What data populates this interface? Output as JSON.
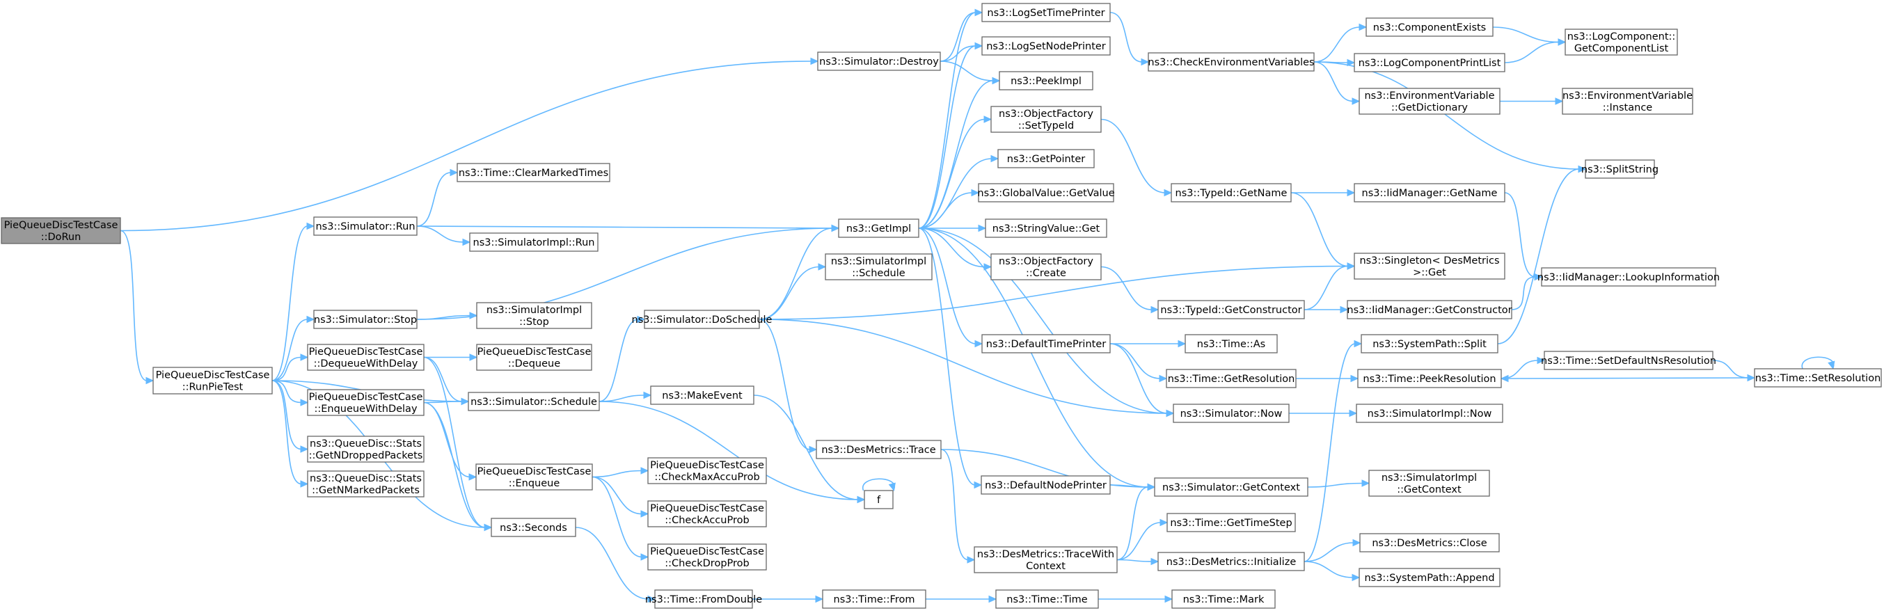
{
  "diagram": {
    "nodes": [
      {
        "id": "dorun",
        "lines": [
          "PieQueueDiscTestCase",
          "::DoRun"
        ],
        "root": true
      },
      {
        "id": "runpietest",
        "lines": [
          "PieQueueDiscTestCase",
          "::RunPieTest"
        ]
      },
      {
        "id": "sim_destroy",
        "lines": [
          "ns3::Simulator::Destroy"
        ]
      },
      {
        "id": "time_clearmarked",
        "lines": [
          "ns3::Time::ClearMarkedTimes"
        ]
      },
      {
        "id": "sim_run",
        "lines": [
          "ns3::Simulator::Run"
        ]
      },
      {
        "id": "simimpl_run",
        "lines": [
          "ns3::SimulatorImpl::Run"
        ]
      },
      {
        "id": "sim_stop",
        "lines": [
          "ns3::Simulator::Stop"
        ]
      },
      {
        "id": "simimpl_stop",
        "lines": [
          "ns3::SimulatorImpl",
          "::Stop"
        ]
      },
      {
        "id": "dequeue_delay",
        "lines": [
          "PieQueueDiscTestCase",
          "::DequeueWithDelay"
        ]
      },
      {
        "id": "pie_dequeue",
        "lines": [
          "PieQueueDiscTestCase",
          "::Dequeue"
        ]
      },
      {
        "id": "sim_schedule",
        "lines": [
          "ns3::Simulator::Schedule"
        ]
      },
      {
        "id": "enqueue_delay",
        "lines": [
          "PieQueueDiscTestCase",
          "::EnqueueWithDelay"
        ]
      },
      {
        "id": "stats_dropped",
        "lines": [
          "ns3::QueueDisc::Stats",
          "::GetNDroppedPackets"
        ]
      },
      {
        "id": "stats_marked",
        "lines": [
          "ns3::QueueDisc::Stats",
          "::GetNMarkedPackets"
        ]
      },
      {
        "id": "pie_enqueue",
        "lines": [
          "PieQueueDiscTestCase",
          "::Enqueue"
        ]
      },
      {
        "id": "seconds",
        "lines": [
          "ns3::Seconds"
        ]
      },
      {
        "id": "makeevent",
        "lines": [
          "ns3::MakeEvent"
        ]
      },
      {
        "id": "sim_doschedule",
        "lines": [
          "ns3::Simulator::DoSchedule"
        ]
      },
      {
        "id": "checkmaxaccu",
        "lines": [
          "PieQueueDiscTestCase",
          "::CheckMaxAccuProb"
        ]
      },
      {
        "id": "checkaccu",
        "lines": [
          "PieQueueDiscTestCase",
          "::CheckAccuProb"
        ]
      },
      {
        "id": "checkdrop",
        "lines": [
          "PieQueueDiscTestCase",
          "::CheckDropProb"
        ]
      },
      {
        "id": "time_fromdouble",
        "lines": [
          "ns3::Time::FromDouble"
        ]
      },
      {
        "id": "time_from",
        "lines": [
          "ns3::Time::From"
        ]
      },
      {
        "id": "time_time",
        "lines": [
          "ns3::Time::Time"
        ]
      },
      {
        "id": "time_mark",
        "lines": [
          "ns3::Time::Mark"
        ]
      },
      {
        "id": "getimpl",
        "lines": [
          "ns3::GetImpl"
        ]
      },
      {
        "id": "simimpl_schedule",
        "lines": [
          "ns3::SimulatorImpl",
          "::Schedule"
        ]
      },
      {
        "id": "desmetrics_trace",
        "lines": [
          "ns3::DesMetrics::Trace"
        ]
      },
      {
        "id": "f",
        "lines": [
          "f"
        ]
      },
      {
        "id": "logsettimeprinter",
        "lines": [
          "ns3::LogSetTimePrinter"
        ]
      },
      {
        "id": "logsetnodeprinter",
        "lines": [
          "ns3::LogSetNodePrinter"
        ]
      },
      {
        "id": "peekimpl",
        "lines": [
          "ns3::PeekImpl"
        ]
      },
      {
        "id": "objfactory_settypeid",
        "lines": [
          "ns3::ObjectFactory",
          "::SetTypeId"
        ]
      },
      {
        "id": "getpointer",
        "lines": [
          "ns3::GetPointer"
        ]
      },
      {
        "id": "globalvalue_getvalue",
        "lines": [
          "ns3::GlobalValue::GetValue"
        ]
      },
      {
        "id": "stringvalue_get",
        "lines": [
          "ns3::StringValue::Get"
        ]
      },
      {
        "id": "objfactory_create",
        "lines": [
          "ns3::ObjectFactory",
          "::Create"
        ]
      },
      {
        "id": "defaulttimeprinter",
        "lines": [
          "ns3::DefaultTimePrinter"
        ]
      },
      {
        "id": "defaultnodeprinter",
        "lines": [
          "ns3::DefaultNodePrinter"
        ]
      },
      {
        "id": "traceswithcontext",
        "lines": [
          "ns3::DesMetrics::TraceWith",
          "Context"
        ]
      },
      {
        "id": "checkenvvars",
        "lines": [
          "ns3::CheckEnvironmentVariables"
        ]
      },
      {
        "id": "typeid_getname",
        "lines": [
          "ns3::TypeId::GetName"
        ]
      },
      {
        "id": "typeid_getconstructor",
        "lines": [
          "ns3::TypeId::GetConstructor"
        ]
      },
      {
        "id": "time_as",
        "lines": [
          "ns3::Time::As"
        ]
      },
      {
        "id": "time_getresolution",
        "lines": [
          "ns3::Time::GetResolution"
        ]
      },
      {
        "id": "sim_now",
        "lines": [
          "ns3::Simulator::Now"
        ]
      },
      {
        "id": "sim_getcontext",
        "lines": [
          "ns3::Simulator::GetContext"
        ]
      },
      {
        "id": "time_gettimestep",
        "lines": [
          "ns3::Time::GetTimeStep"
        ]
      },
      {
        "id": "desmetrics_initialize",
        "lines": [
          "ns3::DesMetrics::Initialize"
        ]
      },
      {
        "id": "componentexists",
        "lines": [
          "ns3::ComponentExists"
        ]
      },
      {
        "id": "logcomponentprintlist",
        "lines": [
          "ns3::LogComponentPrintList"
        ]
      },
      {
        "id": "envvar_getdictionary",
        "lines": [
          "ns3::EnvironmentVariable",
          "::GetDictionary"
        ]
      },
      {
        "id": "iidmanager_getname",
        "lines": [
          "ns3::IidManager::GetName"
        ]
      },
      {
        "id": "singleton_get",
        "lines": [
          "ns3::Singleton< DesMetrics",
          " >::Get"
        ]
      },
      {
        "id": "iidmanager_getconstructor",
        "lines": [
          "ns3::IidManager::GetConstructor"
        ]
      },
      {
        "id": "systempath_split",
        "lines": [
          "ns3::SystemPath::Split"
        ]
      },
      {
        "id": "time_peekresolution",
        "lines": [
          "ns3::Time::PeekResolution"
        ]
      },
      {
        "id": "simimpl_now",
        "lines": [
          "ns3::SimulatorImpl::Now"
        ]
      },
      {
        "id": "simimpl_getcontext",
        "lines": [
          "ns3::SimulatorImpl",
          "::GetContext"
        ]
      },
      {
        "id": "desmetrics_close",
        "lines": [
          "ns3::DesMetrics::Close"
        ]
      },
      {
        "id": "systempath_append",
        "lines": [
          "ns3::SystemPath::Append"
        ]
      },
      {
        "id": "logcomponent_getlist",
        "lines": [
          "ns3::LogComponent::",
          "GetComponentList"
        ]
      },
      {
        "id": "envvar_instance",
        "lines": [
          "ns3::EnvironmentVariable",
          "::Instance"
        ]
      },
      {
        "id": "splitstring",
        "lines": [
          "ns3::SplitString"
        ]
      },
      {
        "id": "iidmanager_lookup",
        "lines": [
          "ns3::IidManager::LookupInformation"
        ]
      },
      {
        "id": "time_setdefaultns",
        "lines": [
          "ns3::Time::SetDefaultNsResolution"
        ]
      },
      {
        "id": "time_setresolution",
        "lines": [
          "ns3::Time::SetResolution"
        ]
      }
    ],
    "edges": [
      [
        "dorun",
        "sim_destroy"
      ],
      [
        "dorun",
        "runpietest"
      ],
      [
        "runpietest",
        "sim_run"
      ],
      [
        "runpietest",
        "sim_stop"
      ],
      [
        "runpietest",
        "dequeue_delay"
      ],
      [
        "runpietest",
        "enqueue_delay"
      ],
      [
        "runpietest",
        "stats_dropped"
      ],
      [
        "runpietest",
        "stats_marked"
      ],
      [
        "runpietest",
        "sim_schedule"
      ],
      [
        "runpietest",
        "seconds"
      ],
      [
        "sim_run",
        "time_clearmarked"
      ],
      [
        "sim_run",
        "simimpl_run"
      ],
      [
        "sim_run",
        "getimpl"
      ],
      [
        "sim_stop",
        "simimpl_stop"
      ],
      [
        "sim_stop",
        "getimpl"
      ],
      [
        "dequeue_delay",
        "pie_dequeue"
      ],
      [
        "dequeue_delay",
        "sim_schedule"
      ],
      [
        "dequeue_delay",
        "seconds"
      ],
      [
        "enqueue_delay",
        "sim_schedule"
      ],
      [
        "enqueue_delay",
        "pie_enqueue"
      ],
      [
        "enqueue_delay",
        "seconds"
      ],
      [
        "sim_schedule",
        "makeevent"
      ],
      [
        "sim_schedule",
        "sim_doschedule"
      ],
      [
        "sim_schedule",
        "f"
      ],
      [
        "pie_enqueue",
        "checkmaxaccu"
      ],
      [
        "pie_enqueue",
        "checkaccu"
      ],
      [
        "pie_enqueue",
        "checkdrop"
      ],
      [
        "seconds",
        "time_fromdouble"
      ],
      [
        "makeevent",
        "f"
      ],
      [
        "f",
        "f"
      ],
      [
        "time_fromdouble",
        "time_from"
      ],
      [
        "time_from",
        "time_time"
      ],
      [
        "time_time",
        "time_mark"
      ],
      [
        "sim_destroy",
        "logsettimeprinter"
      ],
      [
        "sim_destroy",
        "logsetnodeprinter"
      ],
      [
        "sim_destroy",
        "peekimpl"
      ],
      [
        "sim_doschedule",
        "getimpl"
      ],
      [
        "sim_doschedule",
        "simimpl_schedule"
      ],
      [
        "sim_doschedule",
        "desmetrics_trace"
      ],
      [
        "sim_doschedule",
        "singleton_get"
      ],
      [
        "sim_doschedule",
        "sim_now"
      ],
      [
        "desmetrics_trace",
        "traceswithcontext"
      ],
      [
        "desmetrics_trace",
        "sim_getcontext"
      ],
      [
        "getimpl",
        "logsettimeprinter"
      ],
      [
        "getimpl",
        "logsetnodeprinter"
      ],
      [
        "getimpl",
        "peekimpl"
      ],
      [
        "getimpl",
        "objfactory_settypeid"
      ],
      [
        "getimpl",
        "getpointer"
      ],
      [
        "getimpl",
        "globalvalue_getvalue"
      ],
      [
        "getimpl",
        "stringvalue_get"
      ],
      [
        "getimpl",
        "objfactory_create"
      ],
      [
        "getimpl",
        "defaulttimeprinter"
      ],
      [
        "getimpl",
        "defaultnodeprinter"
      ],
      [
        "getimpl",
        "sim_now"
      ],
      [
        "getimpl",
        "sim_getcontext"
      ],
      [
        "logsettimeprinter",
        "checkenvvars"
      ],
      [
        "objfactory_settypeid",
        "typeid_getname"
      ],
      [
        "objfactory_create",
        "typeid_getconstructor"
      ],
      [
        "defaulttimeprinter",
        "time_as"
      ],
      [
        "defaulttimeprinter",
        "time_getresolution"
      ],
      [
        "defaulttimeprinter",
        "sim_now"
      ],
      [
        "defaultnodeprinter",
        "sim_getcontext"
      ],
      [
        "traceswithcontext",
        "sim_getcontext"
      ],
      [
        "traceswithcontext",
        "time_gettimestep"
      ],
      [
        "traceswithcontext",
        "desmetrics_initialize"
      ],
      [
        "checkenvvars",
        "componentexists"
      ],
      [
        "checkenvvars",
        "logcomponentprintlist"
      ],
      [
        "checkenvvars",
        "envvar_getdictionary"
      ],
      [
        "checkenvvars",
        "splitstring"
      ],
      [
        "typeid_getname",
        "iidmanager_getname"
      ],
      [
        "typeid_getname",
        "singleton_get"
      ],
      [
        "typeid_getconstructor",
        "singleton_get"
      ],
      [
        "typeid_getconstructor",
        "iidmanager_getconstructor"
      ],
      [
        "time_getresolution",
        "time_peekresolution"
      ],
      [
        "sim_now",
        "simimpl_now"
      ],
      [
        "sim_getcontext",
        "simimpl_getcontext"
      ],
      [
        "desmetrics_initialize",
        "desmetrics_close"
      ],
      [
        "desmetrics_initialize",
        "systempath_append"
      ],
      [
        "desmetrics_initialize",
        "systempath_split"
      ],
      [
        "componentexists",
        "logcomponent_getlist"
      ],
      [
        "logcomponentprintlist",
        "logcomponent_getlist"
      ],
      [
        "envvar_getdictionary",
        "envvar_instance"
      ],
      [
        "iidmanager_getname",
        "iidmanager_lookup"
      ],
      [
        "iidmanager_getconstructor",
        "iidmanager_lookup"
      ],
      [
        "systempath_split",
        "splitstring"
      ],
      [
        "time_peekresolution",
        "time_setdefaultns"
      ],
      [
        "time_setdefaultns",
        "time_setresolution"
      ],
      [
        "time_setresolution",
        "time_peekresolution"
      ],
      [
        "time_setresolution",
        "time_setresolution"
      ]
    ]
  }
}
